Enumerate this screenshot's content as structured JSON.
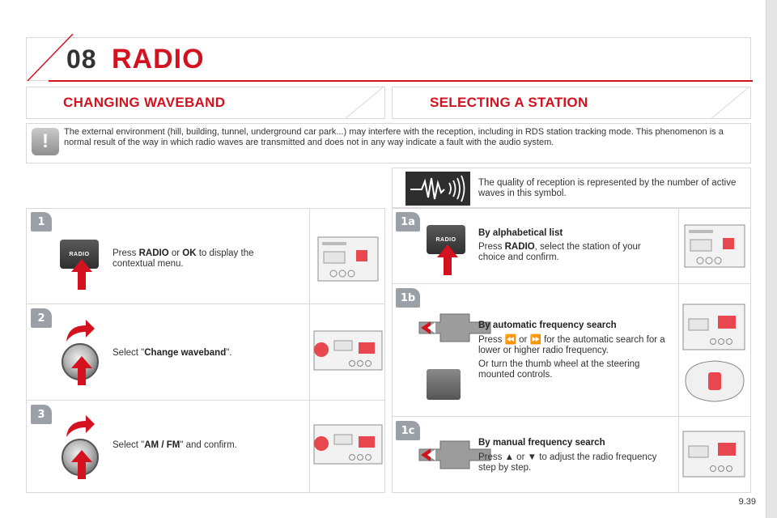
{
  "header": {
    "chapter_number": "08",
    "chapter_title": "RADIO"
  },
  "sections": {
    "left_title": "CHANGING WAVEBAND",
    "right_title": "SELECTING A STATION"
  },
  "warning": {
    "icon": "exclamation-icon",
    "glyph": "!",
    "text": "The external environment (hill, building, tunnel, underground car park...) may interfere with the reception, including in RDS station tracking mode. This phenomenon is a normal result of the way in which radio waves are transmitted and does not in any way indicate a fault with the audio system."
  },
  "reception": {
    "text": "The quality of reception is represented by the number of active waves in this symbol."
  },
  "left_steps": [
    {
      "badge": "1",
      "button_label": "RADIO",
      "pre": "Press ",
      "b1": "RADIO",
      "mid": " or ",
      "b2": "OK",
      "post": " to display the contextual menu."
    },
    {
      "badge": "2",
      "pre": "Select \"",
      "b1": "Change waveband",
      "post": "\"."
    },
    {
      "badge": "3",
      "pre": "Select \"",
      "b1": "AM / FM",
      "post": "\" and confirm."
    }
  ],
  "right_steps": [
    {
      "badge": "1a",
      "button_label": "RADIO",
      "heading": "By alphabetical list",
      "pre": "Press ",
      "b1": "RADIO",
      "post": ", select the station of your choice and confirm."
    },
    {
      "badge": "1b",
      "heading": "By automatic frequency search",
      "pre": "Press ",
      "sym1": "⏪",
      "mid": " or ",
      "sym2": "⏩",
      "post": " for the automatic search for a lower or higher radio frequency.",
      "text2": "Or turn the thumb wheel at the steering mounted controls."
    },
    {
      "badge": "1c",
      "heading": "By manual frequency search",
      "pre": "Press ",
      "sym1": "▲",
      "mid": " or ",
      "sym2": "▼",
      "post": " to adjust the radio frequency step by step."
    }
  ],
  "page_number": "9.39",
  "colors": {
    "accent": "#d4121f",
    "border": "#d9d9d9",
    "badge": "#9aa0a6"
  }
}
